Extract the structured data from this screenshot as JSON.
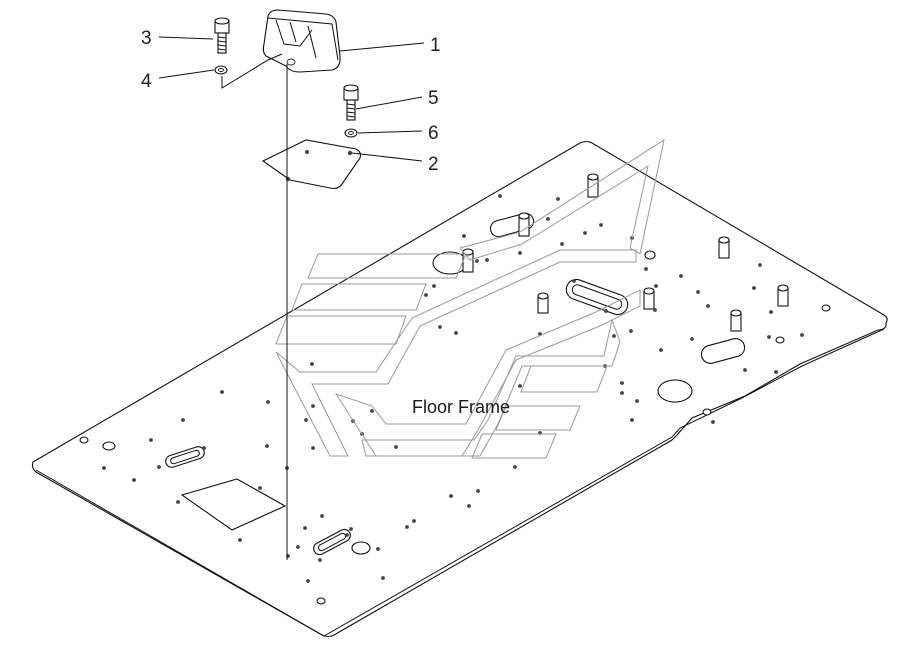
{
  "diagram": {
    "frame_label": "Floor Frame",
    "callouts": [
      {
        "id": "1",
        "text": "1"
      },
      {
        "id": "2",
        "text": "2"
      },
      {
        "id": "3",
        "text": "3"
      },
      {
        "id": "4",
        "text": "4"
      },
      {
        "id": "5",
        "text": "5"
      },
      {
        "id": "6",
        "text": "6"
      }
    ],
    "colors": {
      "line": "#111111",
      "watermark": "#9a9a9a",
      "background": "#ffffff"
    }
  }
}
